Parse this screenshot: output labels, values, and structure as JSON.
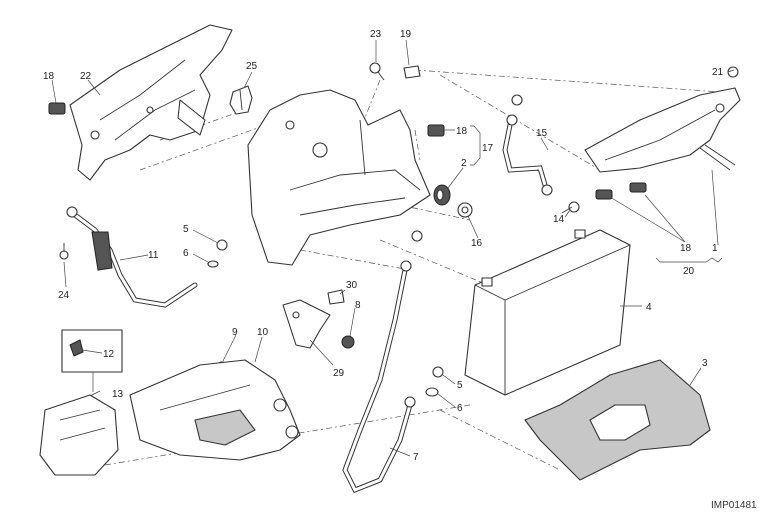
{
  "diagram": {
    "image_code": "IMP01481",
    "callouts": {
      "c1": "1",
      "c2": "2",
      "c3": "3",
      "c4": "4",
      "c5a": "5",
      "c5b": "5",
      "c6a": "6",
      "c6b": "6",
      "c7": "7",
      "c8": "8",
      "c9": "9",
      "c10": "10",
      "c11": "11",
      "c12": "12",
      "c13": "13",
      "c14": "14",
      "c15": "15",
      "c16": "16",
      "c17": "17",
      "c18a": "18",
      "c18b": "18",
      "c18c": "18",
      "c19": "19",
      "c20": "20",
      "c21": "21",
      "c22": "22",
      "c23": "23",
      "c24": "24",
      "c25": "25",
      "c29": "29",
      "c30": "30"
    },
    "colors": {
      "line": "#333333",
      "shaded_part": "#c7c7c7",
      "background": "#ffffff"
    }
  }
}
